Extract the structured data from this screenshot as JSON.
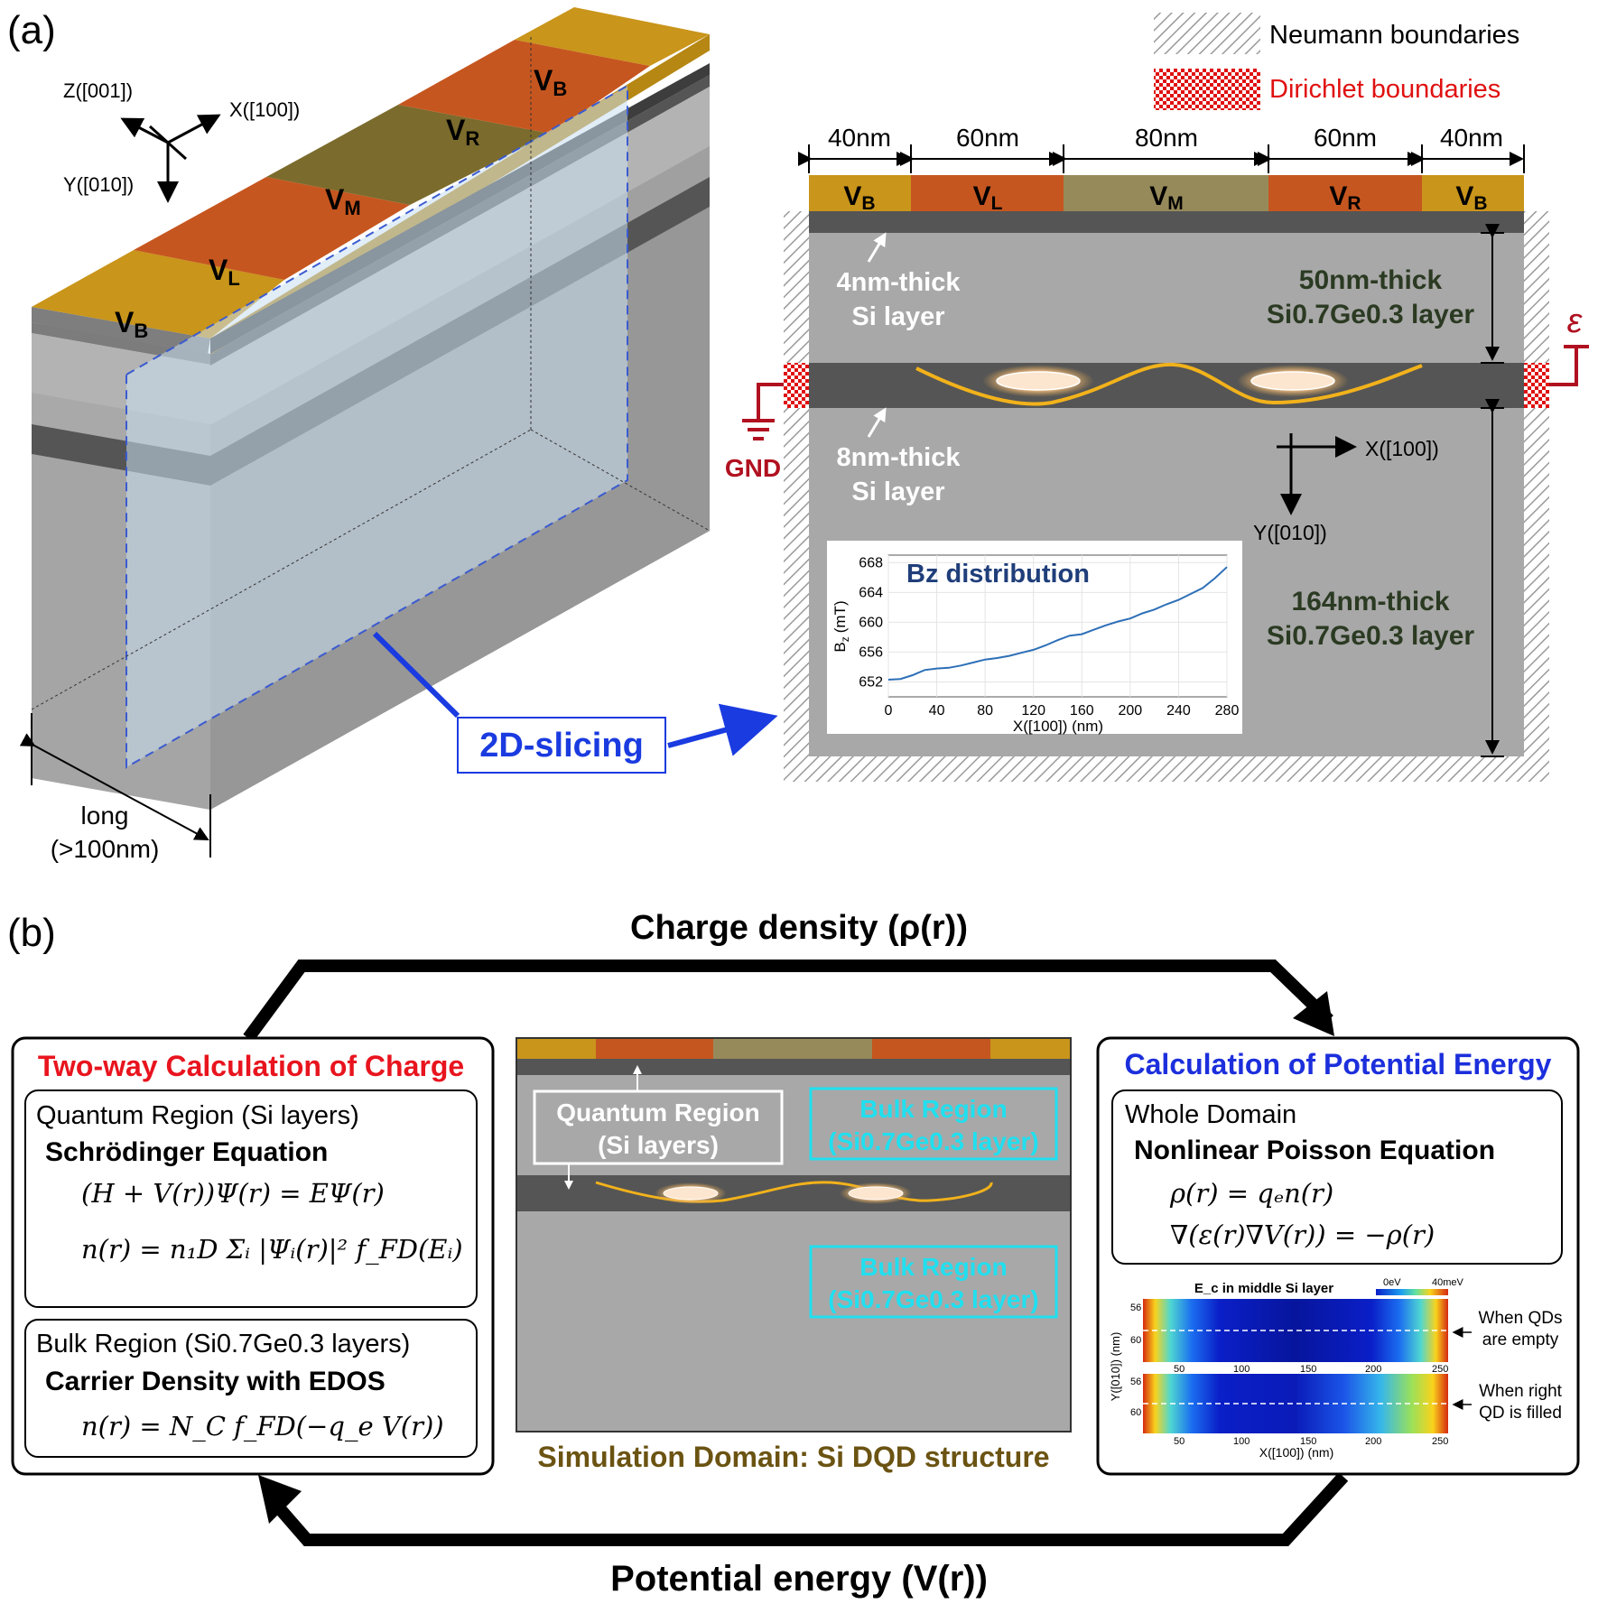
{
  "panel_a": {
    "label": "(a)",
    "axes3d": {
      "z": "Z([001])",
      "x": "X([100])",
      "y": "Y([010])"
    },
    "gates3d": [
      {
        "main": "V",
        "sub": "B"
      },
      {
        "main": "V",
        "sub": "L"
      },
      {
        "main": "V",
        "sub": "M"
      },
      {
        "main": "V",
        "sub": "R"
      },
      {
        "main": "V",
        "sub": "B"
      }
    ],
    "long_label": [
      "long",
      "(>100nm)"
    ],
    "slicing_label": "2D-slicing",
    "legend": {
      "neumann": "Neumann boundaries",
      "dirichlet": "Dirichlet boundaries"
    },
    "widths": [
      "40nm",
      "60nm",
      "80nm",
      "60nm",
      "40nm"
    ],
    "gates2d": [
      {
        "main": "V",
        "sub": "B"
      },
      {
        "main": "V",
        "sub": "L"
      },
      {
        "main": "V",
        "sub": "M"
      },
      {
        "main": "V",
        "sub": "R"
      },
      {
        "main": "V",
        "sub": "B"
      }
    ],
    "thin_si": [
      "4nm-thick",
      "Si layer"
    ],
    "thick_si": [
      "8nm-thick",
      "Si layer"
    ],
    "sige50": [
      "50nm-thick",
      "Si0.7Ge0.3 layer"
    ],
    "sige164": [
      "164nm-thick",
      "Si0.7Ge0.3 layer"
    ],
    "gnd": "GND",
    "epsilon": "ε",
    "axes2d": {
      "x": "X([100])",
      "y": "Y([010])"
    },
    "inset": {
      "title": "Bz distribution",
      "ylabel": "B",
      "ylabel_sub": "z",
      "ylabel_unit": "(mT)",
      "xlabel": "X([100]) (nm)"
    }
  },
  "panel_b": {
    "label": "(b)",
    "top_arrow": "Charge density (ρ(r))",
    "bottom_arrow": "Potential energy (V(r))",
    "left_box": {
      "title": "Two-way Calculation of Charge",
      "quantum_header": "Quantum Region (Si layers)",
      "quantum_eq_title": "Schrödinger Equation",
      "eq1": "(H + V(r))Ψ(r) = EΨ(r)",
      "eq2": "n(r) = n₁D Σᵢ |Ψᵢ(r)|² f_FD(Eᵢ)",
      "bulk_header": "Bulk Region (Si0.7Ge0.3 layers)",
      "bulk_eq_title": "Carrier Density with EDOS",
      "eq3": "n(r) = N_C f_FD(−q_e V(r))"
    },
    "center": {
      "quantum_label": [
        "Quantum Region",
        "(Si layers)"
      ],
      "bulk_label": [
        "Bulk Region",
        "(Si0.7Ge0.3 layer)"
      ],
      "caption": "Simulation Domain: Si DQD structure"
    },
    "right_box": {
      "title": "Calculation of Potential Energy",
      "header": "Whole Domain",
      "eq_title": "Nonlinear Poisson Equation",
      "eq1": "ρ(r) = qₑn(r)",
      "eq2": "∇(ε(r)∇V(r)) = −ρ(r)",
      "heatmap_title": "E_c in middle Si layer",
      "cbar_min": "0eV",
      "cbar_max": "40meV",
      "note1": [
        "When QDs",
        "are empty"
      ],
      "note2": [
        "When right",
        "QD is filled"
      ],
      "xlabel": "X([100]) (nm)",
      "ylabel": "Y([010]) (nm)"
    }
  },
  "colors": {
    "gate_b": "#c9951a",
    "gate_lr": "#c6561f",
    "gate_m": "#978a5a",
    "si_dark": "#555555",
    "sige_gray": "#a8a8a8",
    "slicing_blue": "#1a3be0",
    "dirichlet_red": "#d40000",
    "title_red": "#e8141e",
    "title_blue": "#1c2fdc",
    "cyan": "#20e0f0",
    "caption_olive": "#6b5312",
    "wave_orange": "#f2b21b"
  },
  "chart_data": {
    "type": "line",
    "title": "Bz distribution",
    "xlabel": "X([100]) (nm)",
    "ylabel": "Bz (mT)",
    "xlim": [
      0,
      280
    ],
    "ylim": [
      650,
      669
    ],
    "xticks": [
      0,
      40,
      80,
      120,
      160,
      200,
      240,
      280
    ],
    "yticks": [
      652,
      656,
      660,
      664,
      668
    ],
    "grid": true,
    "x": [
      0,
      10,
      20,
      30,
      40,
      50,
      60,
      70,
      80,
      90,
      100,
      110,
      120,
      130,
      140,
      150,
      160,
      170,
      180,
      190,
      200,
      210,
      220,
      230,
      240,
      250,
      260,
      270,
      280
    ],
    "y": [
      652.3,
      652.4,
      652.9,
      653.6,
      653.8,
      653.9,
      654.2,
      654.6,
      655.0,
      655.2,
      655.5,
      655.9,
      656.3,
      656.9,
      657.6,
      658.2,
      658.4,
      659.0,
      659.6,
      660.1,
      660.5,
      661.2,
      661.7,
      662.4,
      663.0,
      663.8,
      664.6,
      665.9,
      667.4
    ]
  }
}
